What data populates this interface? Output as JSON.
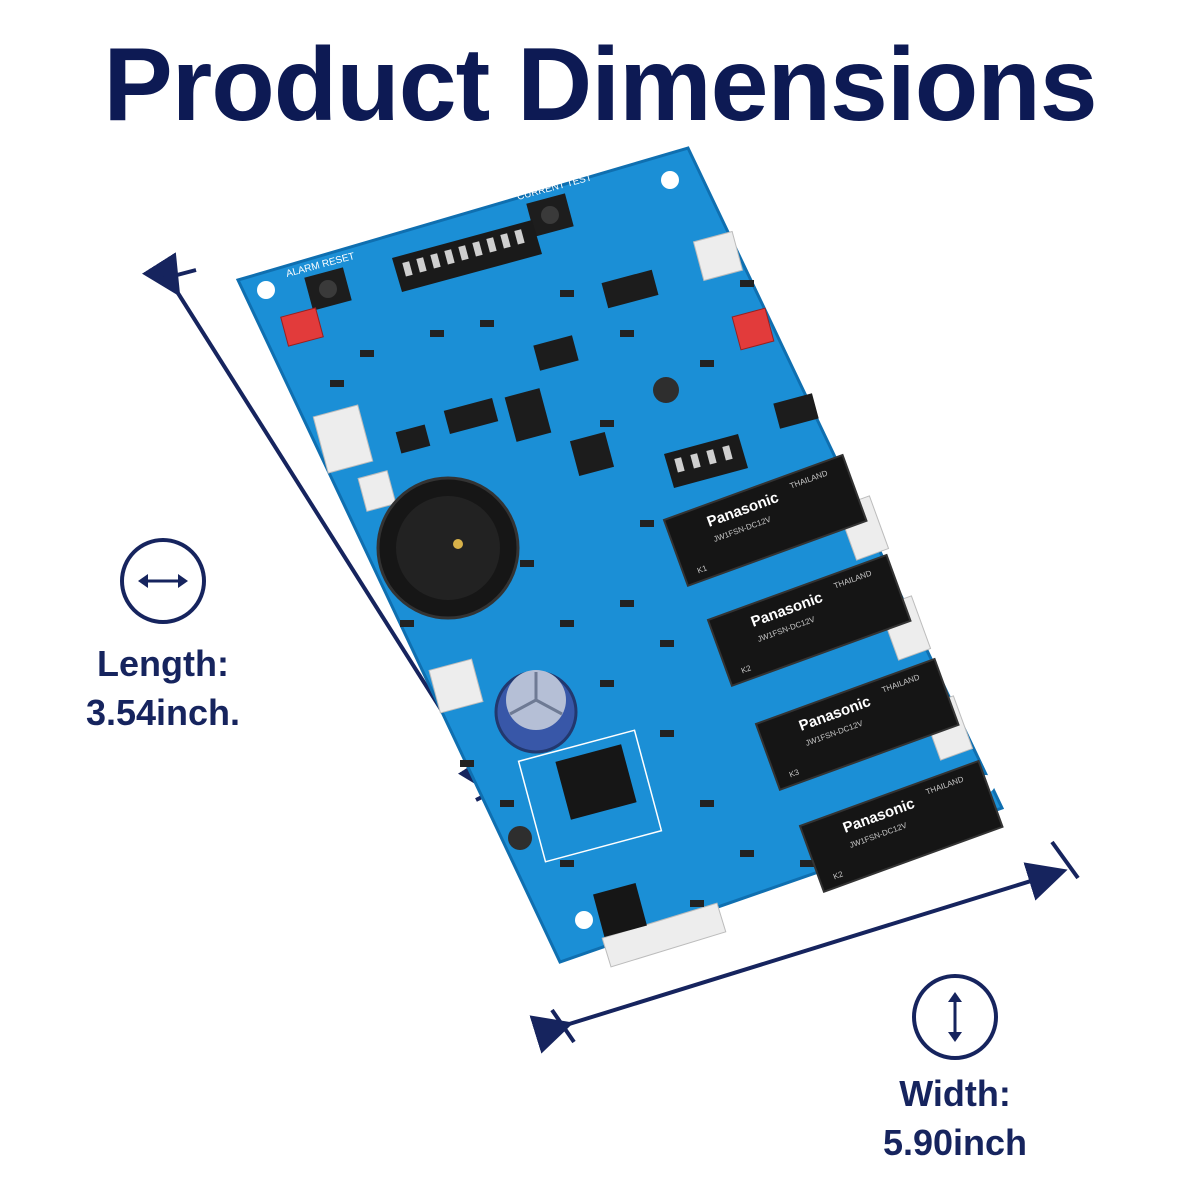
{
  "title": "Product Dimensions",
  "length": {
    "label": "Length:",
    "value": "3.54inch.",
    "icon": "horizontal-double-arrow-icon"
  },
  "width": {
    "label": "Width:",
    "value": "5.90inch",
    "icon": "vertical-double-arrow-icon"
  },
  "board": {
    "alarm_reset_label": "ALARM RESET",
    "current_test_label": "CURRENT TEST",
    "relay_brand": "Panasonic",
    "relay_model": "JW1FSN-DC12V",
    "relay_origin": "THAILAND",
    "relay_names": [
      "K1",
      "K2",
      "K3",
      "K2"
    ]
  },
  "colors": {
    "title": "#0d1a54",
    "accent": "#16245e",
    "pcb": "#1b8fd6"
  }
}
